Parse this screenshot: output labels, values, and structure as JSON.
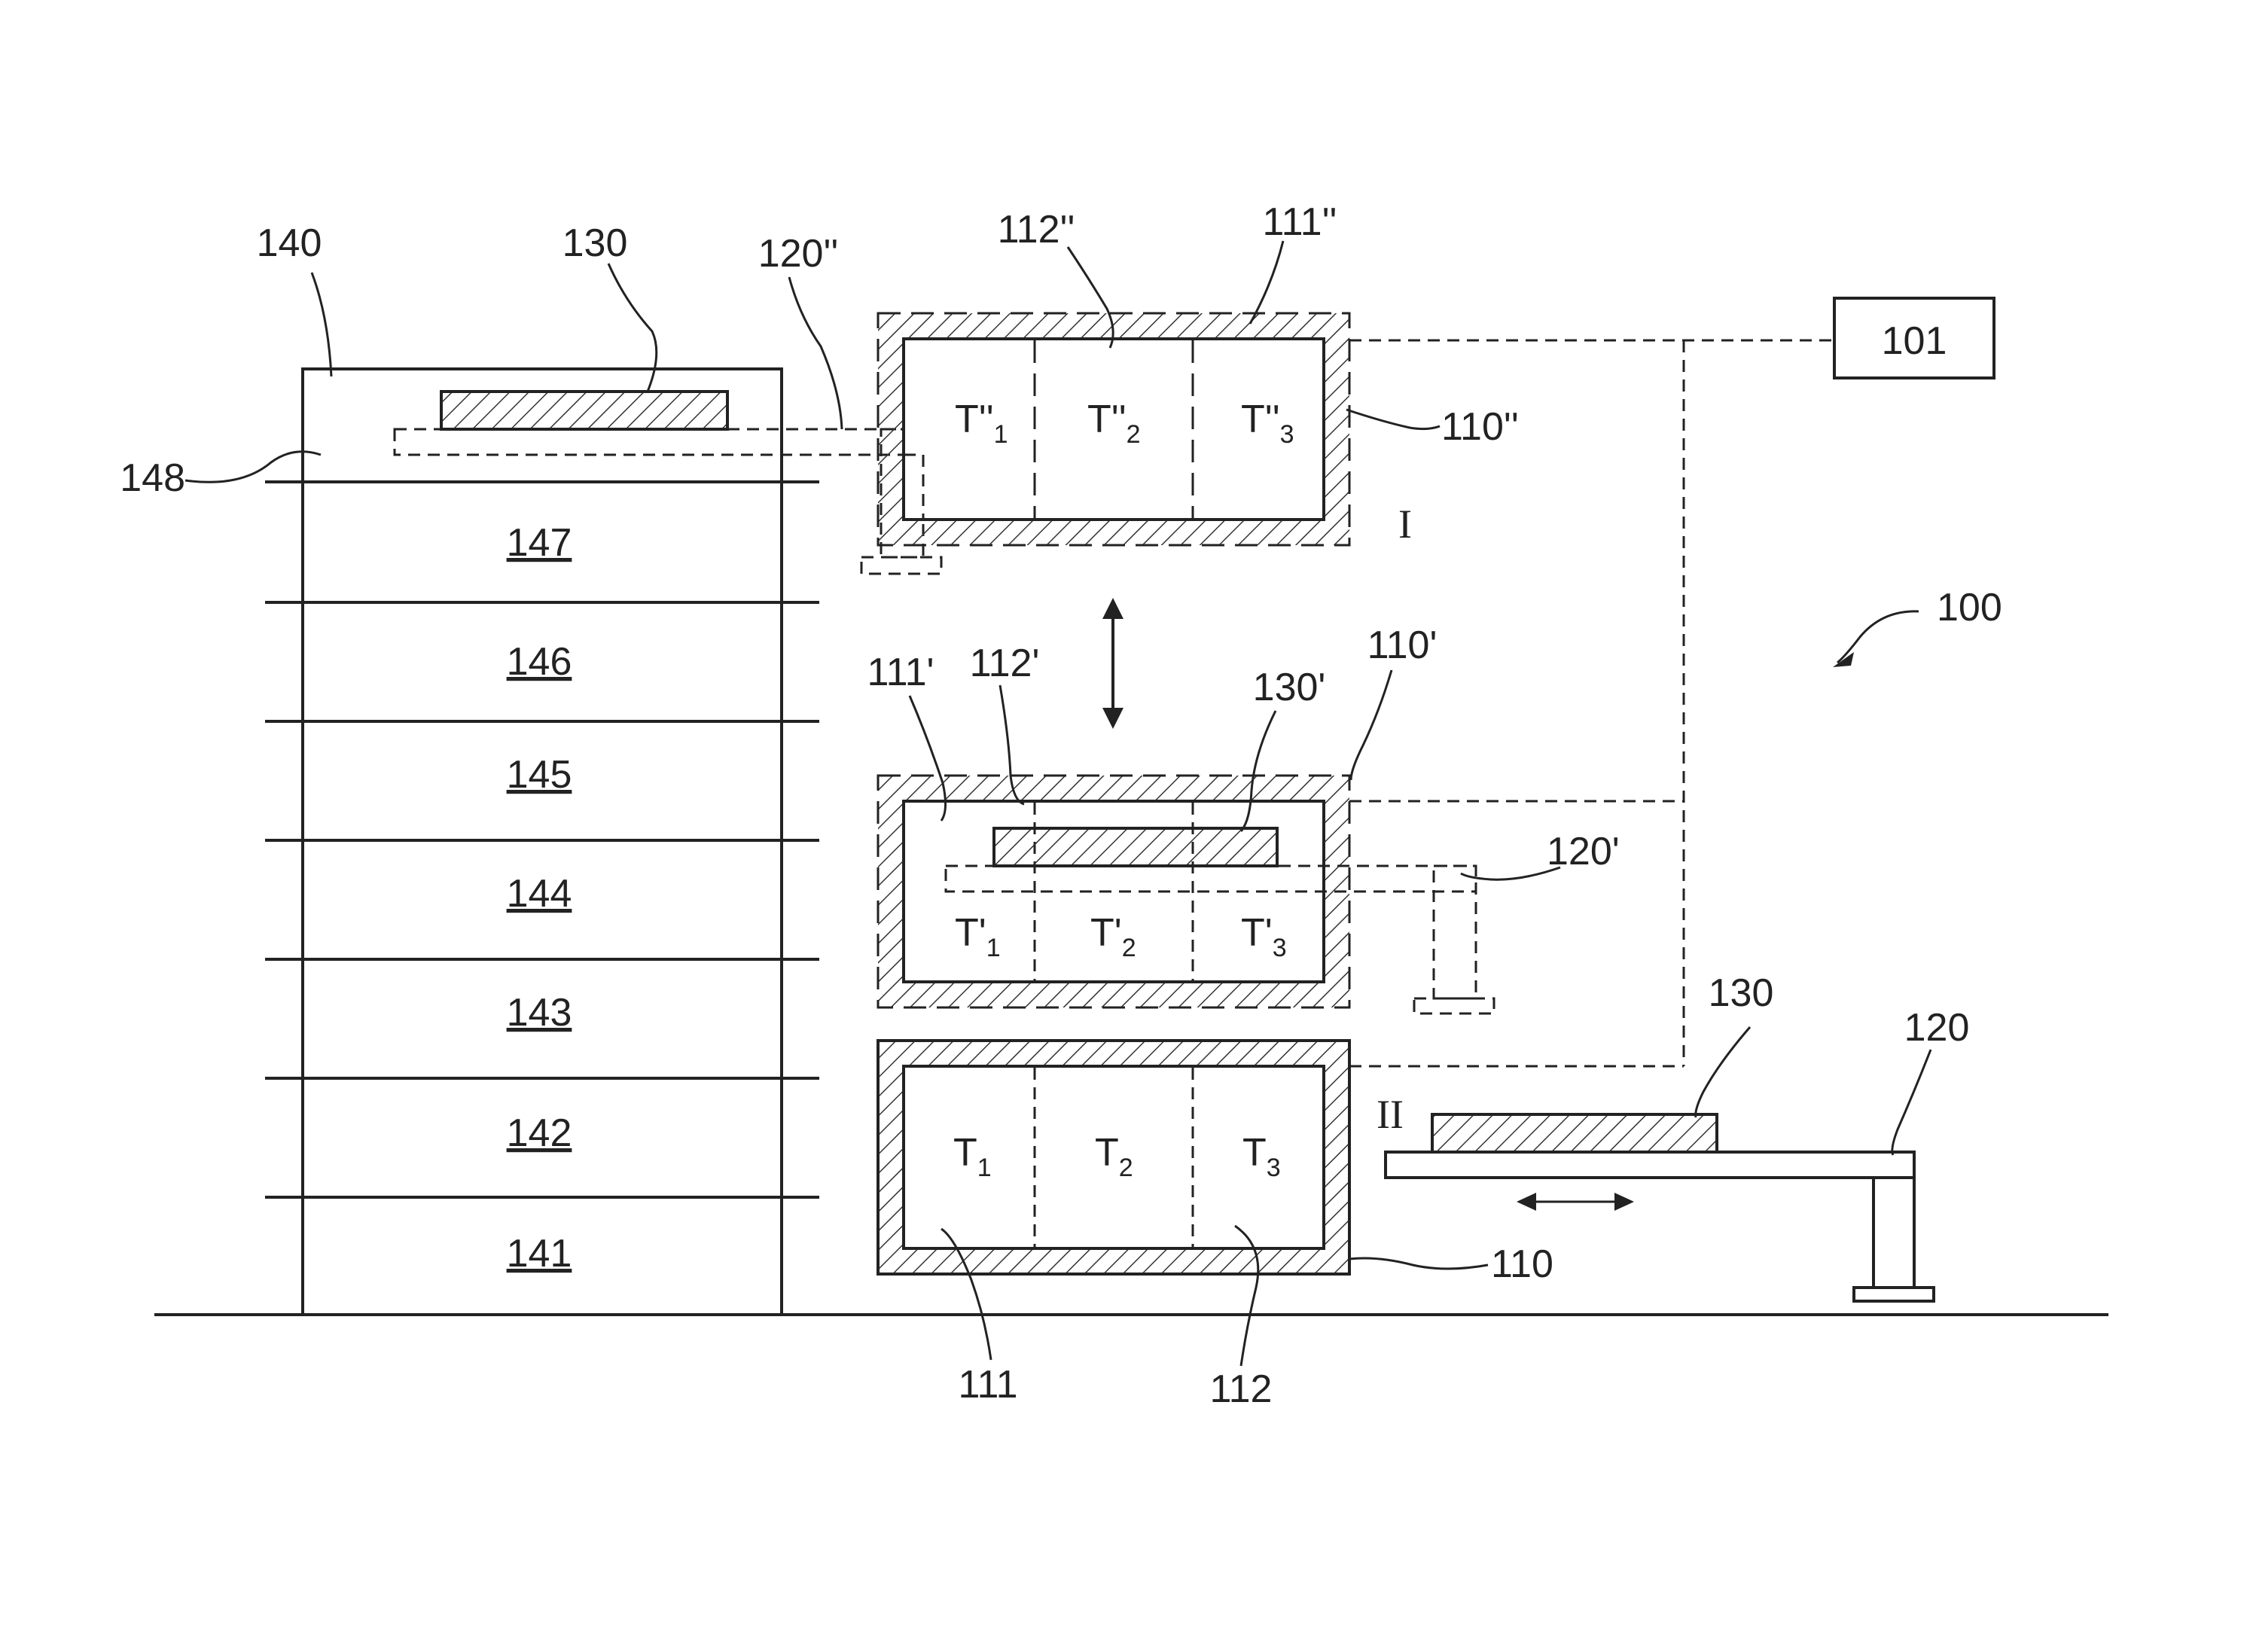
{
  "labels": {
    "system": "100",
    "controller": "101",
    "chamber_main": "110",
    "chamber_prime": "110'",
    "chamber_dprime": "110''",
    "housing_main": "111",
    "housing_prime": "111'",
    "housing_dprime": "111''",
    "heater_main": "112",
    "heater_prime": "112'",
    "heater_dprime": "112''",
    "arm_main": "120",
    "arm_prime": "120'",
    "arm_dprime": "120''",
    "part_main": "130",
    "part_top": "130",
    "part_prime": "130'",
    "rack": "140",
    "slot_148": "148",
    "position_1": "I",
    "position_2": "II"
  },
  "rack_slots": [
    "147",
    "146",
    "145",
    "144",
    "143",
    "142",
    "141"
  ],
  "zones": {
    "main": [
      {
        "t": "T",
        "sub": "1"
      },
      {
        "t": "T",
        "sub": "2"
      },
      {
        "t": "T",
        "sub": "3"
      }
    ],
    "prime": [
      {
        "t": "T'",
        "sub": "1"
      },
      {
        "t": "T'",
        "sub": "2"
      },
      {
        "t": "T'",
        "sub": "3"
      }
    ],
    "dprime": [
      {
        "t": "T''",
        "sub": "1"
      },
      {
        "t": "T''",
        "sub": "2"
      },
      {
        "t": "T''",
        "sub": "3"
      }
    ]
  }
}
